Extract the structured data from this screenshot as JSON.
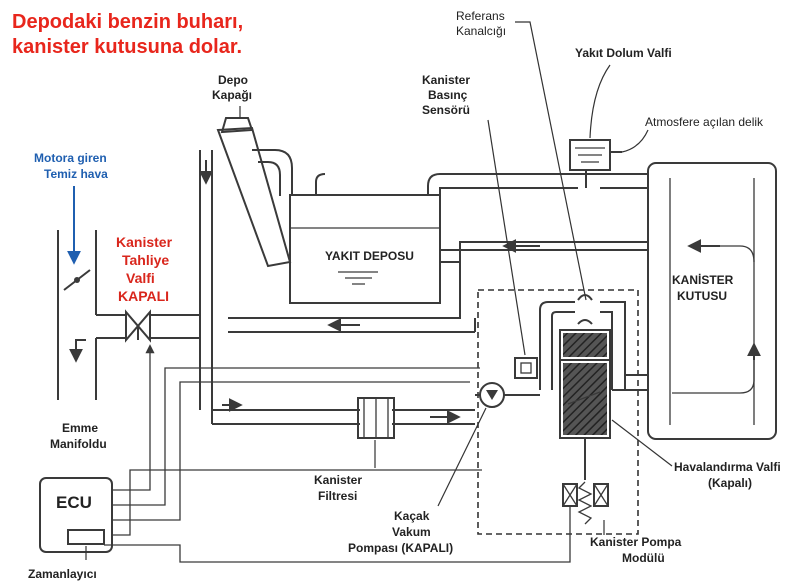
{
  "headline": {
    "line1": "Depodaki benzin buharı,",
    "line2": "kanister kutusuna dolar."
  },
  "colors": {
    "headline": "#e8261c",
    "fresh_air": "#1f5fb0",
    "valve_label": "#d9261c",
    "line": "#3a3a3a"
  },
  "labels": {
    "fuel_cap": [
      "Depo",
      "Kapağı"
    ],
    "reference_channel": [
      "Referans",
      "Kanalcığı"
    ],
    "refuel_valve": "Yakıt Dolum Valfi",
    "atmosphere_hole": "Atmosfere açılan delik",
    "pressure_sensor": [
      "Kanister",
      "Basınç",
      "Sensörü"
    ],
    "fresh_air": [
      "Motora giren",
      "Temiz hava"
    ],
    "purge_valve": [
      "Kanister",
      "Tahliye",
      "Valfi",
      "KAPALI"
    ],
    "fuel_tank": "YAKIT DEPOSU",
    "canister": [
      "KANİSTER",
      "KUTUSU"
    ],
    "intake_manifold": [
      "Emme",
      "Manifoldu"
    ],
    "ecu": "ECU",
    "timer": "Zamanlayıcı",
    "canister_filter": [
      "Kanister",
      "Filtresi"
    ],
    "leak_pump": [
      "Kaçak",
      "Vakum",
      "Pompası (KAPALI)"
    ],
    "vent_valve": [
      "Havalandırma Valfi",
      "(Kapalı)"
    ],
    "pump_module": [
      "Kanister Pompa",
      "Modülü"
    ]
  },
  "icons": [
    "flow-arrow-icon",
    "valve-icon",
    "pump-icon",
    "solenoid-icon",
    "spring-icon"
  ]
}
